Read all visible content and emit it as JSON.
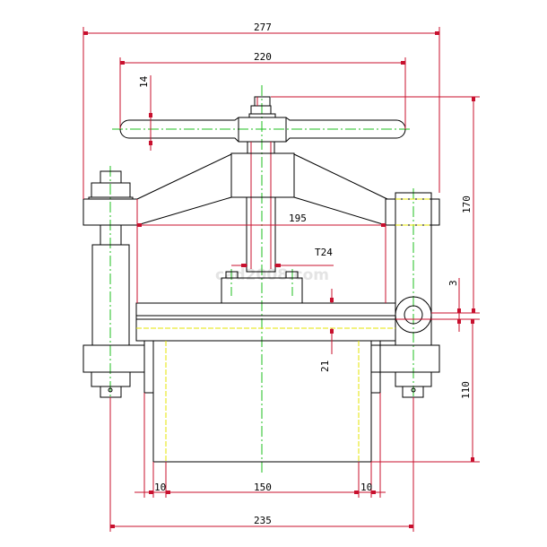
{
  "watermark": "cad2008.com",
  "dimensions": {
    "overall_width": "277",
    "handle_length": "220",
    "handle_diameter": "14",
    "bracket_span": "195",
    "thread": "T24",
    "upper_height": "170",
    "gap": "3",
    "lower_height": "110",
    "platen_thickness": "21",
    "flange_left": "10",
    "box_inner_width": "150",
    "flange_right": "10",
    "base_width": "235"
  },
  "colors": {
    "outline": "#000000",
    "dimension": "#c8102e",
    "centerline": "#1fbf1f",
    "hidden": "#e6e600"
  }
}
